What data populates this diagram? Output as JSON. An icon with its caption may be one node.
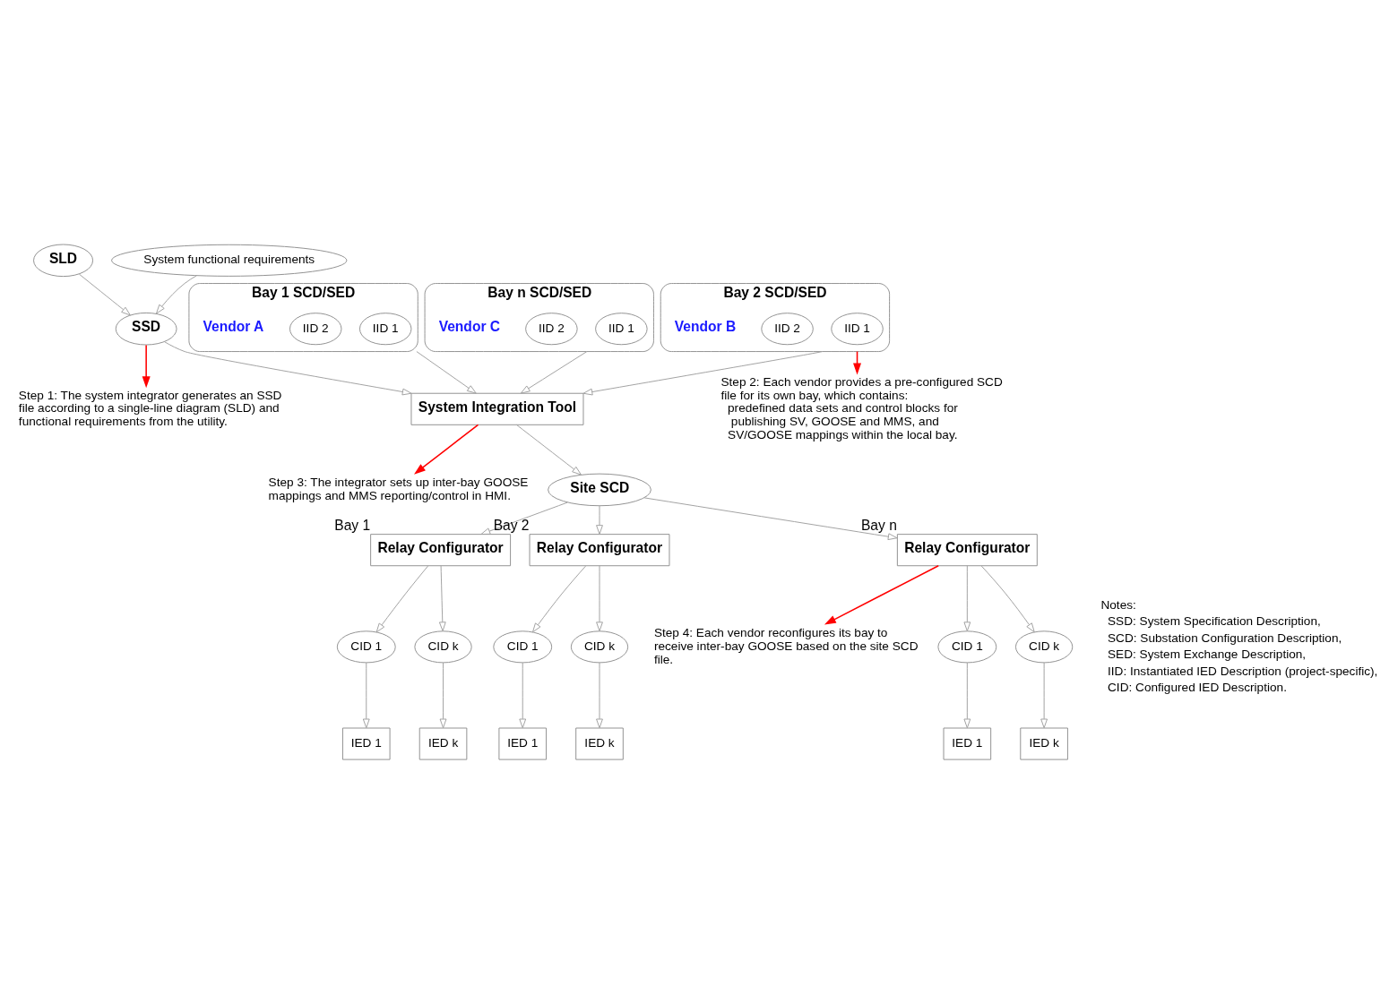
{
  "diagram": {
    "nodes": [
      {
        "text": [
          "SLD"
        ]
      },
      {
        "text": [
          "System functional requirements"
        ]
      },
      {
        "text": [
          "SSD"
        ]
      },
      {
        "text": [
          "Step 1: The system integrator generates an SSD file according to a single-line diagram (SLD) and functional requirements from the utility."
        ]
      },
      {
        "text": [
          "Bay 1 SCD/SED"
        ],
        "beside": [
          "Vendor A"
        ]
      },
      {
        "text": [
          "IID 1"
        ],
        "in": 4
      },
      {
        "text": [
          "IID 2"
        ],
        "in": 4
      },
      {
        "text": [
          "Bay 2 SCD/SED"
        ],
        "beside": [
          "Vendor B"
        ]
      },
      {
        "text": [
          "IID 1"
        ],
        "in": 7
      },
      {
        "text": [
          "IID 2"
        ],
        "in": 7
      },
      {
        "text": [
          "Step 2: Each vendor provides a pre-configured SCD file for its own bay, which contains:",
          "predefined data sets and control blocks for publishing SV, GOOSE and MMS, and",
          "SV/GOOSE mappings within the local bay."
        ]
      },
      {
        "text": [
          "Bay n SCD/SED"
        ],
        "beside": [
          "Vendor C"
        ]
      },
      {
        "text": [
          "IID 1"
        ],
        "in": 11
      },
      {
        "text": [
          "IID 2"
        ],
        "in": 11
      },
      {
        "text": [
          "System Integration Tool"
        ]
      },
      {
        "text": [
          "Step 3: The integrator sets up inter-bay GOOSE mappings and MMS reporting/control in HMI."
        ]
      },
      {
        "text": [
          "Site SCD"
        ]
      },
      {
        "text": [
          "Step 4: Each vendor reconfigures its bay to receive inter-bay GOOSE based on the site SCD file."
        ]
      },
      {
        "text": [
          "Relay Configurator"
        ],
        "beside": [
          "Bay 1"
        ]
      },
      {
        "text": [
          "CID 1"
        ]
      },
      {
        "text": [
          "CID k"
        ]
      },
      {
        "text": [
          "IED 1"
        ]
      },
      {
        "text": [
          "IED k"
        ]
      },
      {
        "text": [
          "Relay Configurator"
        ],
        "beside": [
          "Bay 2"
        ]
      },
      {
        "text": [
          "CID 1"
        ]
      },
      {
        "text": [
          "CID k"
        ]
      },
      {
        "text": [
          "IED 1"
        ]
      },
      {
        "text": [
          "IED k"
        ]
      },
      {
        "text": [
          "Relay Configurator"
        ],
        "beside": [
          "Bay n"
        ]
      },
      {
        "text": [
          "CID 1"
        ]
      },
      {
        "text": [
          "CID k"
        ]
      },
      {
        "text": [
          "IED 1"
        ]
      },
      {
        "text": [
          "IED k"
        ]
      }
    ],
    "edges": [
      {
        "from": 0,
        "to": 2,
        "arrow": "to"
      },
      {
        "from": 1,
        "to": 2,
        "arrow": "to"
      },
      {
        "from": 2,
        "to": 3,
        "arrow": "to",
        "color": "#ff0000"
      },
      {
        "from": 2,
        "to": 14,
        "arrow": "to"
      },
      {
        "from": 4,
        "to": 14,
        "arrow": "to"
      },
      {
        "from": 7,
        "to": 14,
        "arrow": "to"
      },
      {
        "from": 7,
        "to": 10,
        "arrow": "to",
        "color": "#ff0000"
      },
      {
        "from": 11,
        "to": 14,
        "arrow": "to"
      },
      {
        "from": 14,
        "to": 15,
        "arrow": "to",
        "color": "#ff0000"
      },
      {
        "from": 14,
        "to": 16,
        "arrow": "to"
      },
      {
        "from": 16,
        "to": 18,
        "arrow": "to"
      },
      {
        "from": 16,
        "to": 23,
        "arrow": "to"
      },
      {
        "from": 16,
        "to": 28,
        "arrow": "to"
      },
      {
        "from": 28,
        "to": 17,
        "arrow": "to",
        "color": "#ff0000"
      },
      {
        "from": 18,
        "to": 19,
        "arrow": "to"
      },
      {
        "from": 18,
        "to": 20,
        "arrow": "to"
      },
      {
        "from": 19,
        "to": 21,
        "arrow": "to"
      },
      {
        "from": 20,
        "to": 22,
        "arrow": "to"
      },
      {
        "from": 23,
        "to": 24,
        "arrow": "to"
      },
      {
        "from": 23,
        "to": 25,
        "arrow": "to"
      },
      {
        "from": 24,
        "to": 26,
        "arrow": "to"
      },
      {
        "from": 25,
        "to": 27,
        "arrow": "to"
      },
      {
        "from": 28,
        "to": 29,
        "arrow": "to"
      },
      {
        "from": 28,
        "to": 30,
        "arrow": "to"
      },
      {
        "from": 29,
        "to": 31,
        "arrow": "to"
      },
      {
        "from": 30,
        "to": 32,
        "arrow": "to"
      }
    ],
    "labels": [
      "Notes:",
      "SSD: System Specification Description,",
      "SCD: Substation Configuration Description,",
      "SED: System Exchange Description,",
      "IID: Instantiated IED Description (project-specific),",
      "CID: Configured IED Description."
    ]
  }
}
